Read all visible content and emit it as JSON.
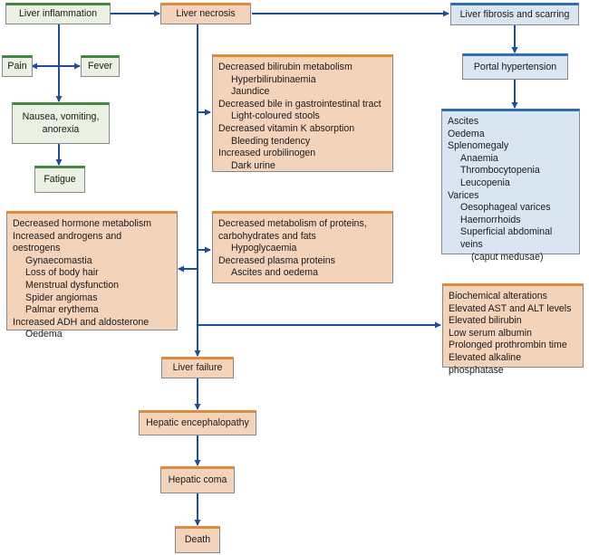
{
  "nodes": {
    "liver_inflammation": "Liver inflammation",
    "liver_necrosis": "Liver necrosis",
    "liver_fibrosis": "Liver fibrosis and scarring",
    "pain": "Pain",
    "fever": "Fever",
    "nausea": "Nausea, vomiting, anorexia",
    "fatigue": "Fatigue",
    "portal_hypertension": "Portal hypertension",
    "liver_failure": "Liver failure",
    "hepatic_encephalopathy": "Hepatic encephalopathy",
    "hepatic_coma": "Hepatic coma",
    "death": "Death"
  },
  "bilirubin_box": [
    {
      "text": "Decreased bilirubin metabolism",
      "level": 0
    },
    {
      "text": "Hyperbilirubinaemia",
      "level": 1
    },
    {
      "text": "Jaundice",
      "level": 1
    },
    {
      "text": "Decreased bile in gastrointestinal tract",
      "level": 0
    },
    {
      "text": "Light-coloured stools",
      "level": 1
    },
    {
      "text": "Decreased vitamin K absorption",
      "level": 0
    },
    {
      "text": "Bleeding tendency",
      "level": 1
    },
    {
      "text": "Increased urobilinogen",
      "level": 0
    },
    {
      "text": "Dark urine",
      "level": 1
    }
  ],
  "portal_box": [
    {
      "text": "Ascites",
      "level": 0
    },
    {
      "text": "Oedema",
      "level": 0
    },
    {
      "text": "Splenomegaly",
      "level": 0
    },
    {
      "text": "Anaemia",
      "level": 1
    },
    {
      "text": "Thrombocytopenia",
      "level": 1
    },
    {
      "text": "Leucopenia",
      "level": 1
    },
    {
      "text": "Varices",
      "level": 0
    },
    {
      "text": "Oesophageal varices",
      "level": 1
    },
    {
      "text": "Haemorrhoids",
      "level": 1
    },
    {
      "text": "Superficial abdominal veins",
      "level": 1
    },
    {
      "text": "(caput medusae)",
      "level": 2
    }
  ],
  "hormone_box": [
    {
      "text": "Decreased hormone metabolism",
      "level": 0
    },
    {
      "text": "Increased androgens and oestrogens",
      "level": 0
    },
    {
      "text": "Gynaecomastia",
      "level": 1
    },
    {
      "text": "Loss of body hair",
      "level": 1
    },
    {
      "text": "Menstrual dysfunction",
      "level": 1
    },
    {
      "text": "Spider angiomas",
      "level": 1
    },
    {
      "text": "Palmar erythema",
      "level": 1
    },
    {
      "text": "Increased ADH and aldosterone",
      "level": 0
    },
    {
      "text": "Oedema",
      "level": 1
    }
  ],
  "protein_box": [
    {
      "text": "Decreased metabolism of proteins,",
      "level": 0
    },
    {
      "text": "carbohydrates and fats",
      "level": 0
    },
    {
      "text": "Hypoglycaemia",
      "level": 1
    },
    {
      "text": "Decreased plasma proteins",
      "level": 0
    },
    {
      "text": "Ascites and oedema",
      "level": 1
    }
  ],
  "biochem_box": [
    {
      "text": "Biochemical alterations",
      "level": 0
    },
    {
      "text": "Elevated AST and ALT levels",
      "level": 0
    },
    {
      "text": "Elevated bilirubin",
      "level": 0
    },
    {
      "text": "Low serum albumin",
      "level": 0
    },
    {
      "text": "Prolonged prothrombin time",
      "level": 0
    },
    {
      "text": "Elevated alkaline phosphatase",
      "level": 0
    }
  ],
  "colors": {
    "arrow": "#1f4e96",
    "green_fill": "#eaf0e2",
    "green_border": "#3f8a3f",
    "orange_fill": "#f4d3bb",
    "orange_border": "#e08a3c",
    "blue_fill": "#d9e6f2",
    "blue_border": "#2e6fb0"
  }
}
